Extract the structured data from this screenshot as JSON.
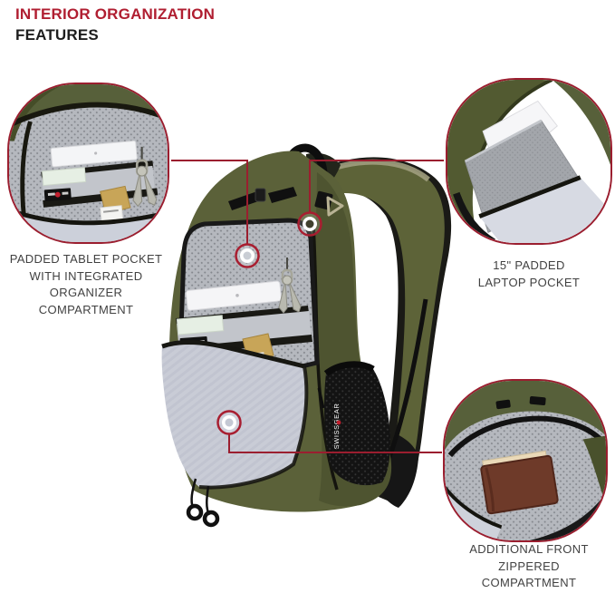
{
  "title": {
    "line1": "INTERIOR ORGANIZATION",
    "line2": "FEATURES"
  },
  "brand": "SWISSGEAR",
  "product": "olive green backpack, front compartments unzipped and open",
  "colors": {
    "accent_red_title": "#b01e31",
    "callout_line_red": "#9b1e2f",
    "backpack_olive": "#5b6139",
    "interior_mesh_gray": "#b5b8be",
    "flap_gray": "#c9ccd6",
    "label_text": "#414141"
  },
  "features": [
    {
      "id": "tablet-pocket",
      "lines": [
        "PADDED TABLET POCKET",
        "WITH INTEGRATED",
        "ORGANIZER",
        "COMPARTMENT"
      ]
    },
    {
      "id": "laptop-pocket",
      "lines": [
        "15\" PADDED",
        "LAPTOP POCKET"
      ]
    },
    {
      "id": "front-compartment",
      "lines": [
        "ADDITIONAL FRONT",
        "ZIPPERED",
        "COMPARTMENT"
      ]
    }
  ]
}
